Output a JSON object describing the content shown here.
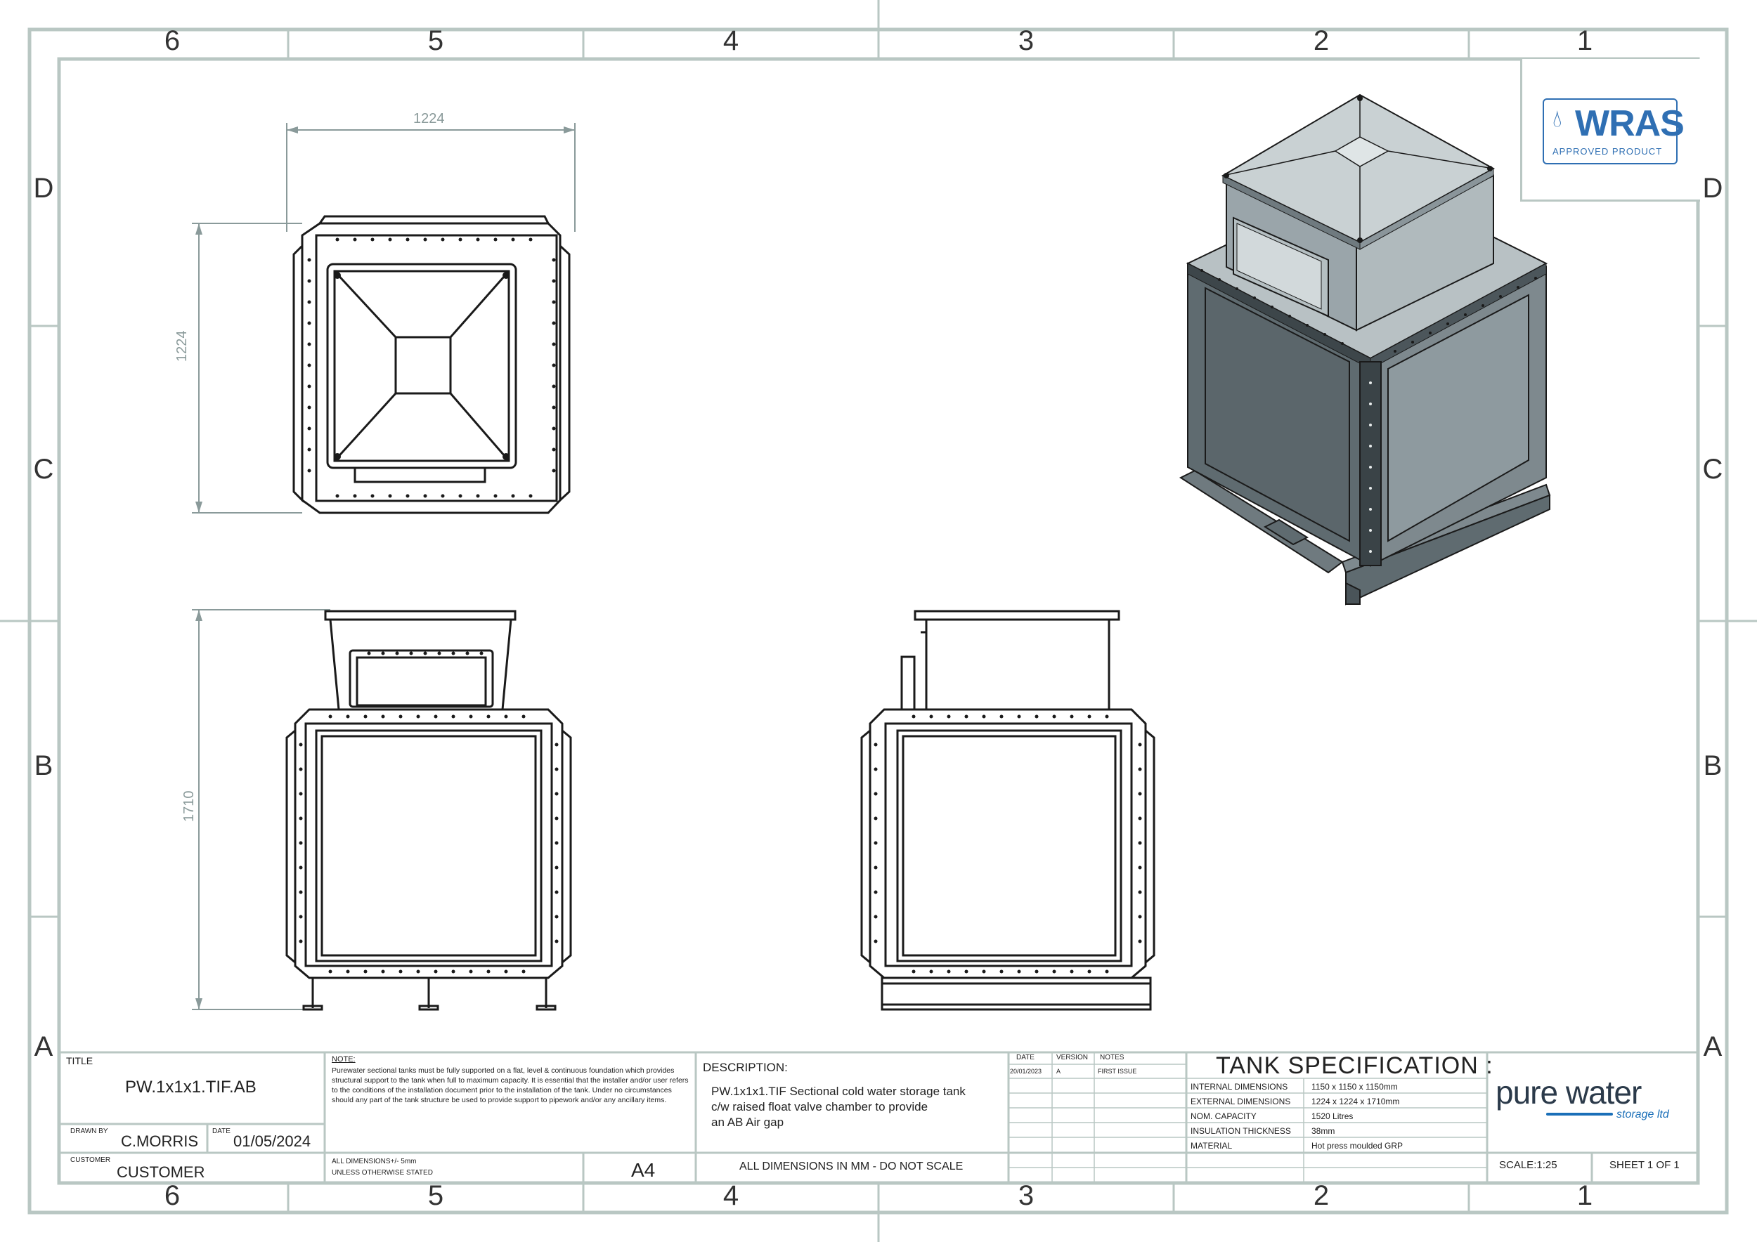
{
  "border": {
    "columns": [
      "6",
      "5",
      "4",
      "3",
      "2",
      "1"
    ],
    "rows": [
      "D",
      "C",
      "B",
      "A"
    ]
  },
  "dimensions": {
    "top_width": "1224",
    "top_depth": "1224",
    "front_height": "1710"
  },
  "logo": {
    "text": "WRAS",
    "subtitle": "APPROVED PRODUCT"
  },
  "title_block": {
    "title_label": "TITLE",
    "title_value": "PW.1x1x1.TIF.AB",
    "drawn_by_label": "DRAWN BY",
    "drawn_by_value": "C.MORRIS",
    "date_label": "DATE",
    "date_value": "01/05/2024",
    "customer_label": "CUSTOMER",
    "customer_value": "CUSTOMER",
    "note_label": "NOTE:",
    "note_text": "Purewater sectional tanks must be fully supported on a flat, level & continuous foundation which provides structural support to the tank when full to maximum capacity. It is essential that the installer and/or user refers to the conditions of the installation document prior to the installation of the tank. Under no circumstances should any part of the tank structure be used to provide support to pipework and/or any ancillary items.",
    "tolerance_line1": "ALL DIMENSIONS+/- 5mm",
    "tolerance_line2": "UNLESS OTHERWISE STATED",
    "sheet_size": "A4",
    "description_label": "DESCRIPTION:",
    "description_line1": "PW.1x1x1.TIF Sectional cold water storage tank",
    "description_line2": "c/w raised float valve chamber to provide",
    "description_line3": "an AB Air gap",
    "dim_note": "ALL DIMENSIONS IN MM - DO NOT SCALE",
    "rev_headers": [
      "DATE",
      "VERSION",
      "NOTES"
    ],
    "rev_row": [
      "20/01/2023",
      "A",
      "FIRST ISSUE"
    ],
    "spec_title": "TANK SPECIFICATION :",
    "spec_rows": [
      [
        "INTERNAL DIMENSIONS",
        "1150 x 1150 x 1150mm"
      ],
      [
        "EXTERNAL DIMENSIONS",
        "1224 x 1224 x 1710mm"
      ],
      [
        "NOM. CAPACITY",
        "1520 Litres"
      ],
      [
        "INSULATION THICKNESS",
        "38mm"
      ],
      [
        "MATERIAL",
        "Hot press moulded GRP"
      ]
    ],
    "brand_main": "pure water",
    "brand_sub": "storage ltd",
    "scale": "SCALE:1:25",
    "sheet": "SHEET 1 OF 1"
  },
  "colors": {
    "frame": "#b9c7c3",
    "line": "#1a1a1a",
    "dim": "#8a9a9a",
    "tank_dark": "#5f6b70",
    "tank_mid": "#8e9a9f",
    "tank_light": "#c9d1d3",
    "wras_blue": "#2f6fb3",
    "brand_blue": "#1a6fb8"
  }
}
